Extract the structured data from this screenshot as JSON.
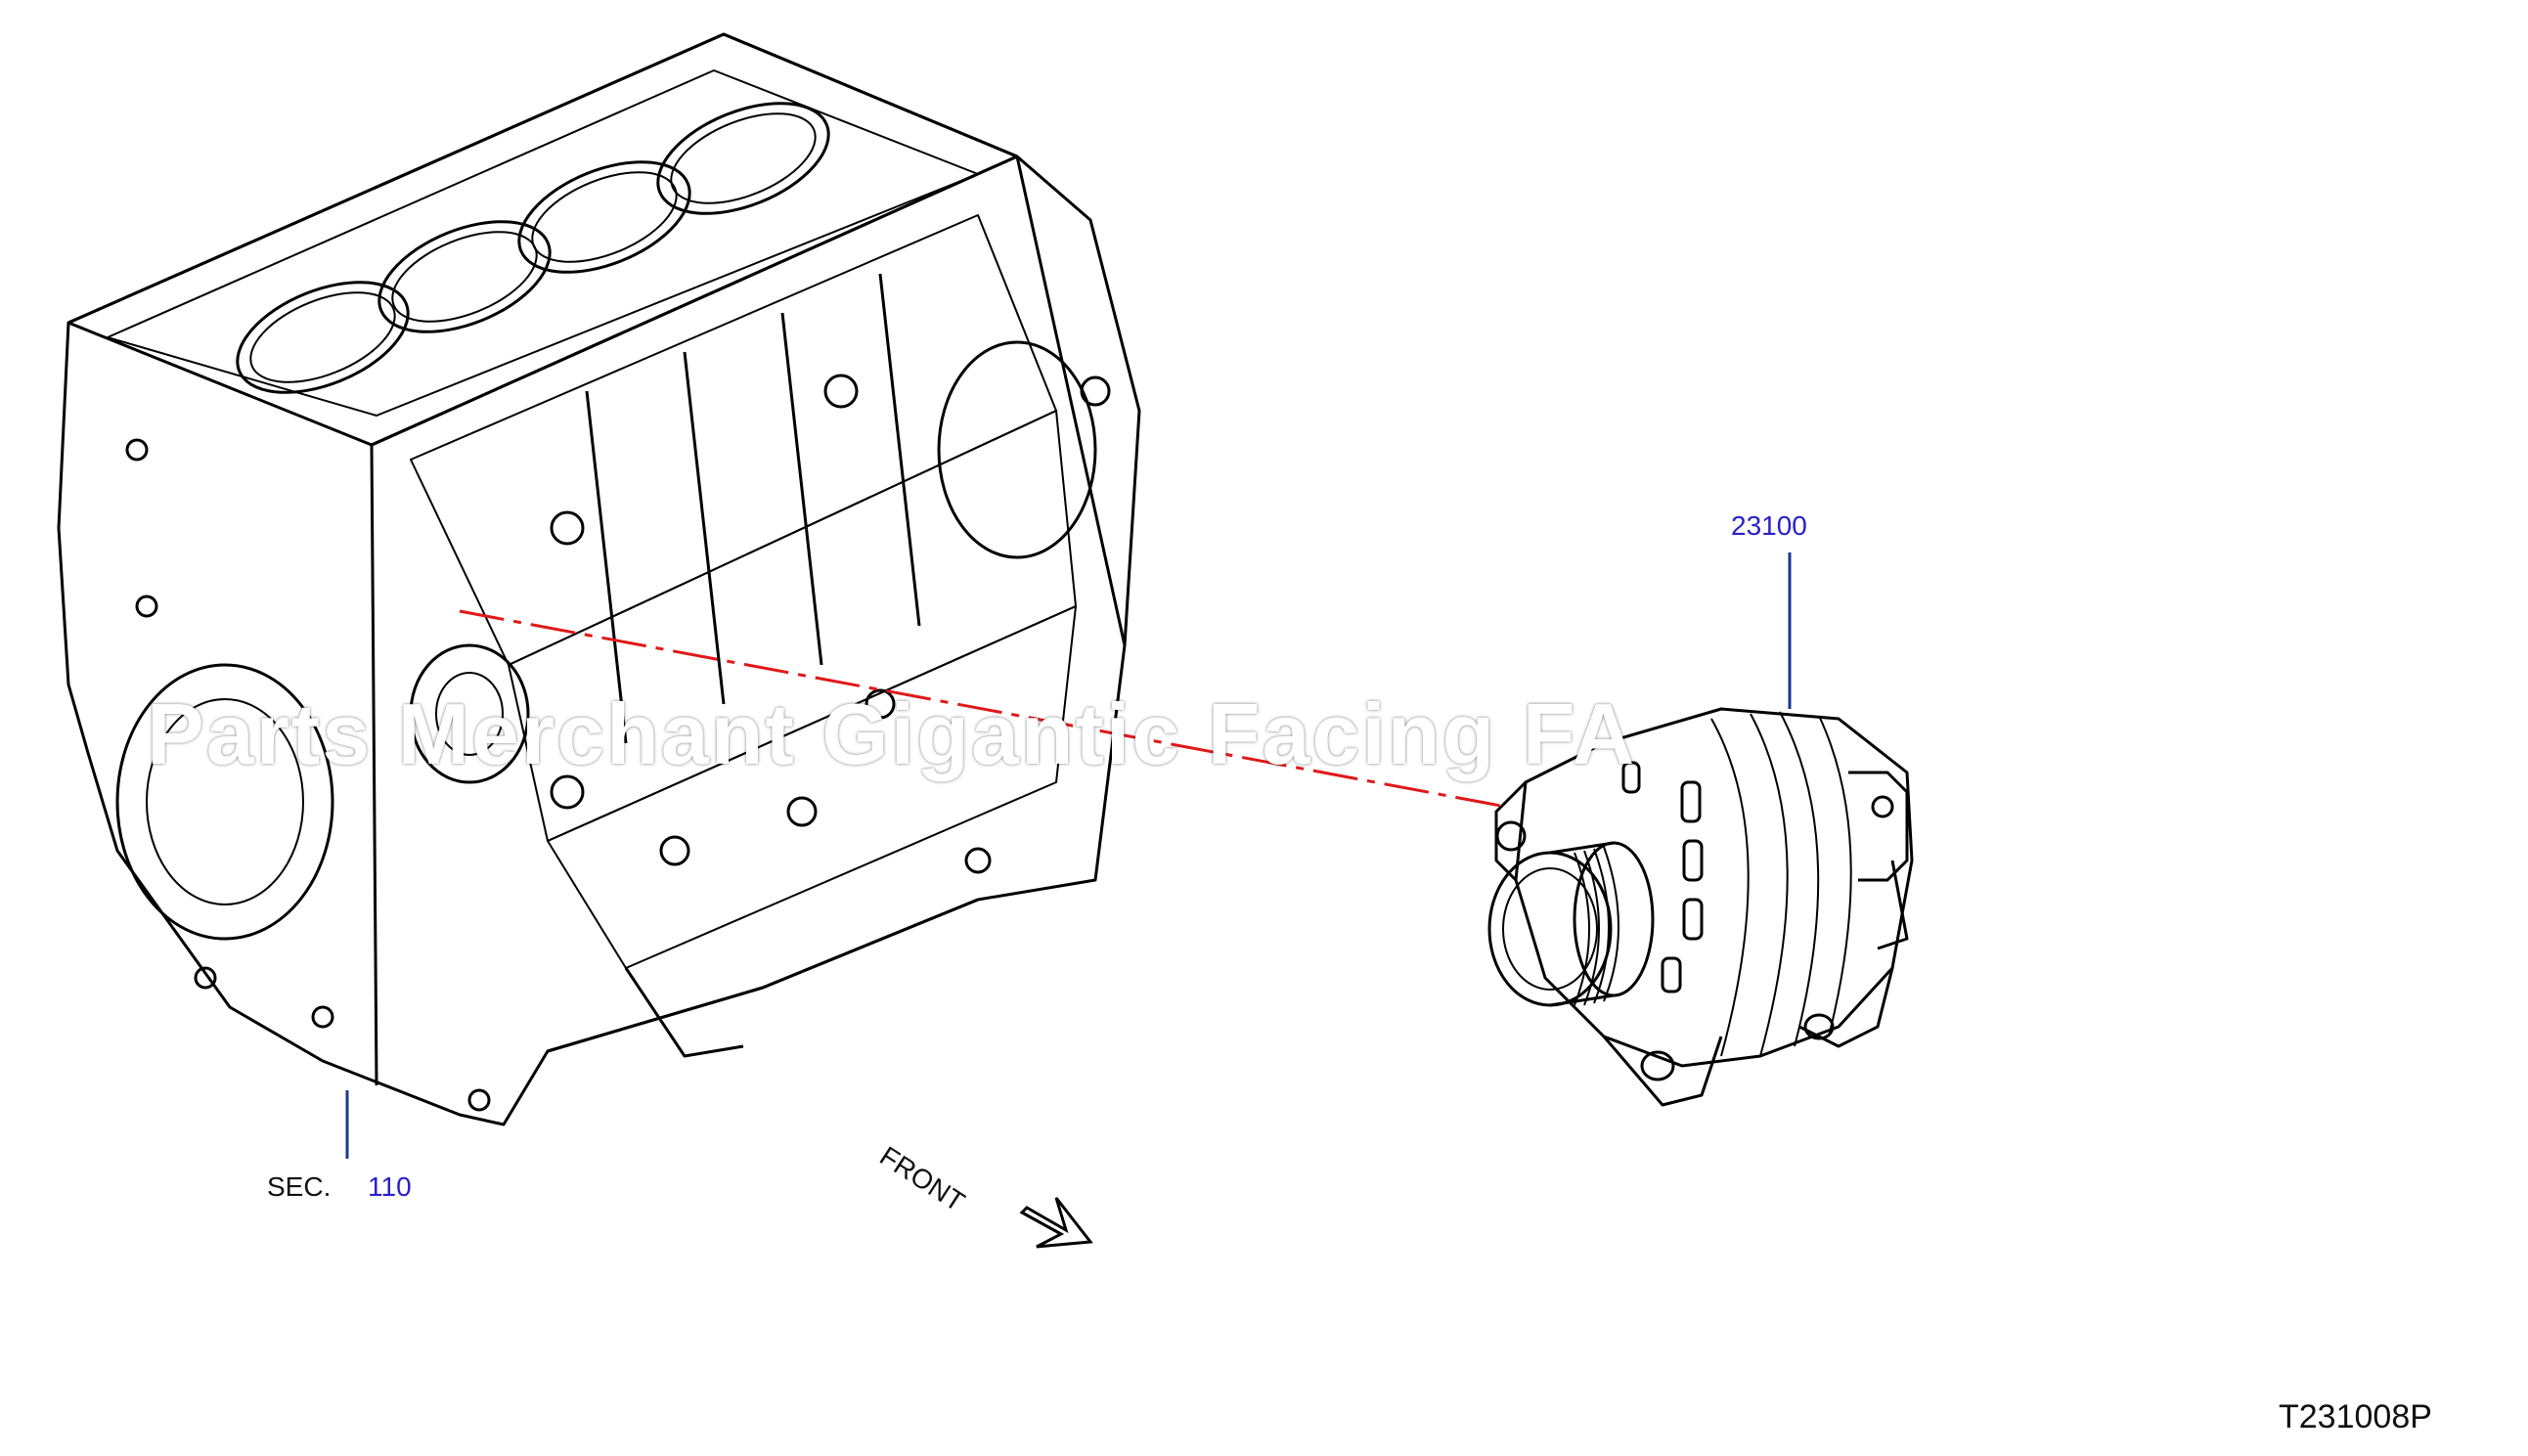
{
  "callouts": {
    "alternator_part_number": "23100",
    "section_prefix": "SEC.",
    "section_number": "110"
  },
  "direction_label": "FRONT",
  "diagram_code": "T231008P",
  "watermark_text": "Parts Merchant Gigantic Facing FA",
  "colors": {
    "part_number_text": "#2a20c8",
    "leader_line": "#1a3a8a",
    "centerline": "#e01818",
    "drawing_stroke": "#000000"
  }
}
